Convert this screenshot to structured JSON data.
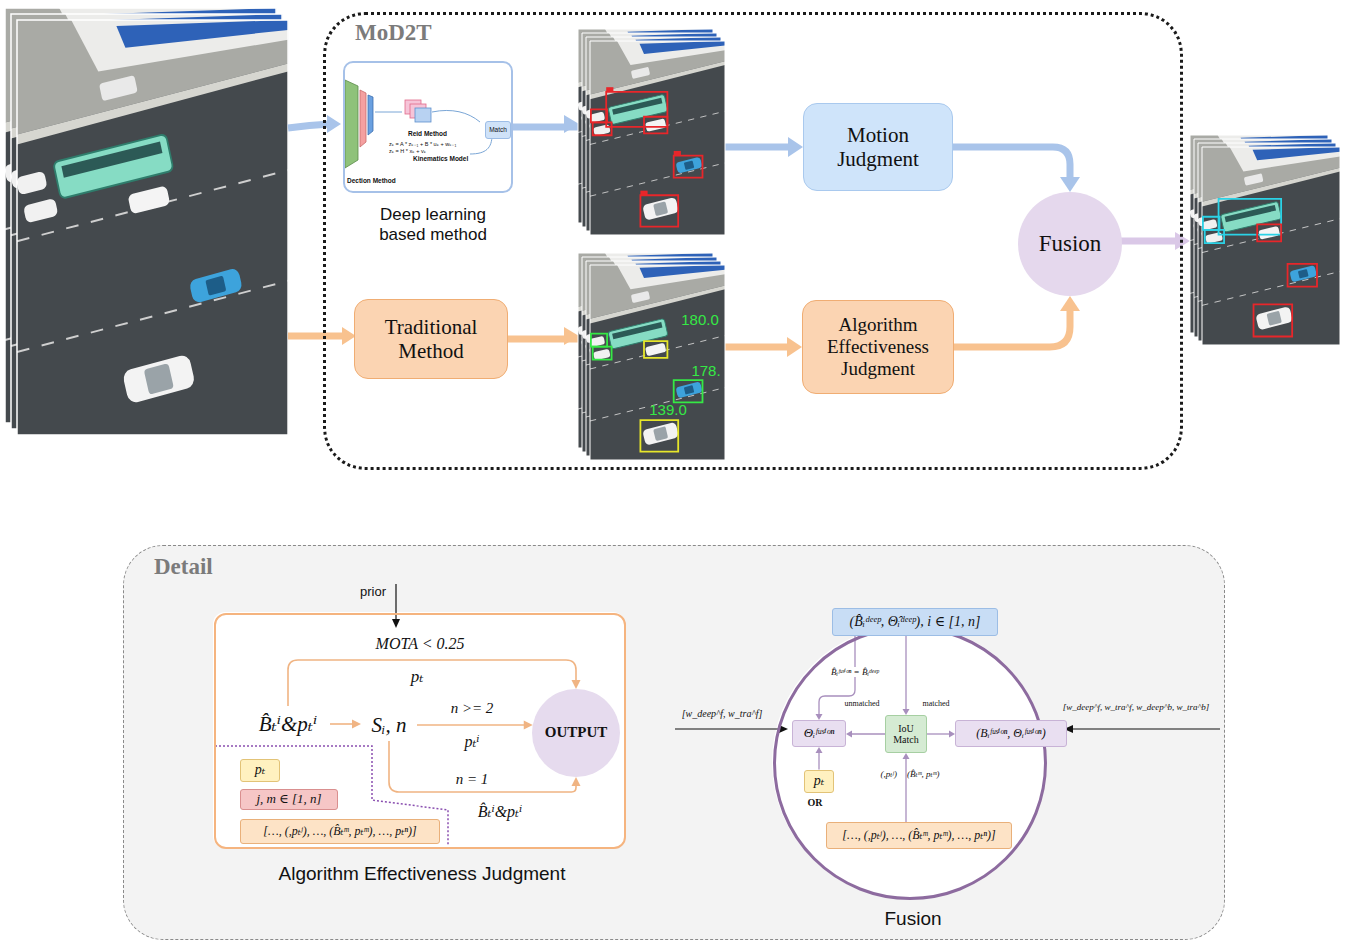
{
  "diagram": {
    "nodes": [
      {
        "text": [
          "MoD2T"
        ]
      },
      {
        "text": [
          "Reid Method",
          "zₖ = A * zₖ₋₁ + B * uₖ + wₖ₋₁",
          "zₖ = H * xₖ + vₖ",
          "Kinematics Model",
          "Dection Method",
          "Deep learning based method"
        ],
        "in": 0
      },
      {
        "text": [
          "Match"
        ],
        "in": 1
      },
      {
        "text": [
          "Traditional Method"
        ],
        "in": 0
      },
      {
        "text": [
          "Motion Judgment"
        ],
        "in": 0
      },
      {
        "text": [
          "Algorithm Effectiveness Judgment"
        ],
        "in": 0
      },
      {
        "text": [
          "Fusion"
        ],
        "in": 0
      },
      {
        "text": [
          "Detail"
        ]
      },
      {
        "text": [
          "MOTA < 0.25",
          "Algorithm Effectiveness Judgment"
        ],
        "in": 7
      },
      {
        "text": [
          "B̂ₜⁱ&pₜⁱ"
        ],
        "in": 8
      },
      {
        "text": [
          "Sᵢ, n"
        ],
        "in": 8
      },
      {
        "text": [
          "OUTPUT"
        ],
        "in": 8
      },
      {
        "text": [
          "pₜ"
        ],
        "in": 8
      },
      {
        "text": [
          "j, m ∈ [1, n]"
        ],
        "in": 8
      },
      {
        "text": [
          "[…, (,pₜʲ), …, (B̂ₜᵐ, pₜᵐ), …, pₜⁿ)]"
        ],
        "in": 8
      },
      {
        "text": [
          "Fusion"
        ],
        "in": 7
      },
      {
        "text": [
          "(B̂ᵢᵈᵉᵉᵖ, Θ̂ᵢᵈᵉᵉᵖ), i ∈ [1, n]"
        ],
        "in": 15
      },
      {
        "text": [
          "Θᵢᶠᵘˢⁱᵒⁿ"
        ],
        "in": 15
      },
      {
        "text": [
          "IoU Match"
        ],
        "in": 15
      },
      {
        "text": [
          "(Bᵢᶠᵘˢⁱᵒⁿ, Θᵢᶠᵘˢⁱᵒⁿ)"
        ],
        "in": 15
      },
      {
        "text": [
          "pₜ"
        ],
        "in": 15
      },
      {
        "text": [
          "[…, (,pₜʲ), …, (B̂ₜᵐ, pₜᵐ), …, pₜⁿ)]"
        ],
        "in": 15
      }
    ],
    "edges": [
      {
        "from": 1,
        "to": 4,
        "arrow": "to"
      },
      {
        "from": 3,
        "to": 5,
        "arrow": "to"
      },
      {
        "from": 4,
        "to": 6,
        "arrow": "to"
      },
      {
        "from": 5,
        "to": 6,
        "arrow": "to"
      },
      {
        "from": 9,
        "to": 10,
        "arrow": "to"
      },
      {
        "from": 9,
        "to": 11,
        "label": "pₜ",
        "arrow": "to"
      },
      {
        "from": 10,
        "to": 11,
        "label": "n >= 2",
        "arrow": "to"
      },
      {
        "from": 10,
        "to": 11,
        "label": "n = 1",
        "arrow": "to"
      },
      {
        "from": 16,
        "to": 17,
        "label": "B̂ᵢᶠᵘˢⁱᵒⁿ = B̂ᵢᵈᵉᵉᵖ",
        "arrow": "to"
      },
      {
        "from": 16,
        "to": 18,
        "arrow": "to"
      },
      {
        "from": 18,
        "to": 17,
        "label": "unmatched",
        "arrow": "to"
      },
      {
        "from": 18,
        "to": 19,
        "label": "matched",
        "arrow": "to"
      },
      {
        "from": 20,
        "to": 17,
        "arrow": "to"
      },
      {
        "from": 21,
        "to": 18,
        "label": "(B̂ₜᵐ, pₜᵐ)",
        "arrow": "to"
      }
    ],
    "labels": [
      "prior",
      "pₜⁱ",
      "B̂ₜⁱ&pₜⁱ",
      "[w_deep^f, w_tra^f]",
      "[w_deep^f, w_tra^f, w_deep^b, w_tra^b]",
      "OR",
      "(,pₜʲ)",
      "180.0",
      "178.",
      "139.0"
    ]
  }
}
